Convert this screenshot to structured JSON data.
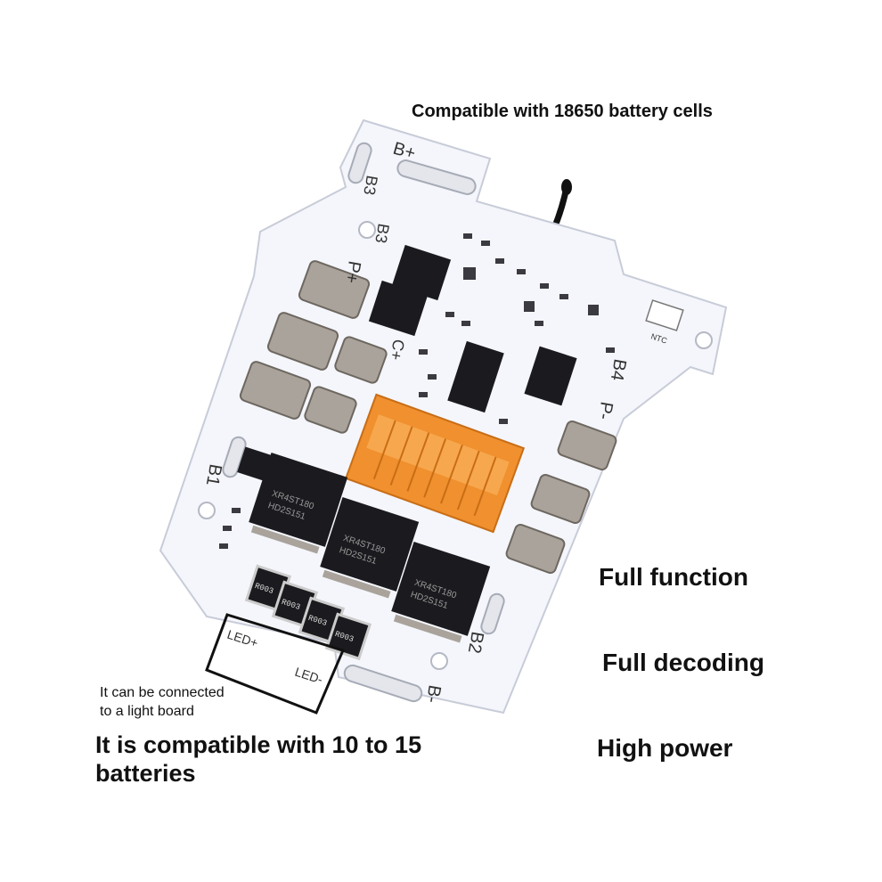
{
  "captions": {
    "compatible_cells": "Compatible with 18650 battery cells",
    "full_function": "Full function",
    "full_decoding": "Full decoding",
    "high_power": "High power",
    "light_board_line1": "It can be connected",
    "light_board_line2": "to a light board",
    "batteries_line1": "It is compatible with 10 to 15",
    "batteries_line2": "batteries"
  },
  "board_labels": {
    "b_plus": "B+",
    "b3_a": "B3",
    "b3_b": "B3",
    "p_plus": "P+",
    "c_plus": "C+",
    "b4": "B4",
    "p_minus": "P-",
    "b1": "B1",
    "b2": "B2",
    "b_minus": "B-",
    "led_plus": "LED+",
    "led_minus": "LED-",
    "ntc": "NTC",
    "mosfet_text_1": "XR4ST180",
    "mosfet_text_2": "HD2S151",
    "resistor_text": "R003"
  },
  "colors": {
    "board": "#f4f6fb",
    "connector": "#f0902e",
    "chip": "#1b1b1f",
    "terminal": "#a9a39c"
  }
}
